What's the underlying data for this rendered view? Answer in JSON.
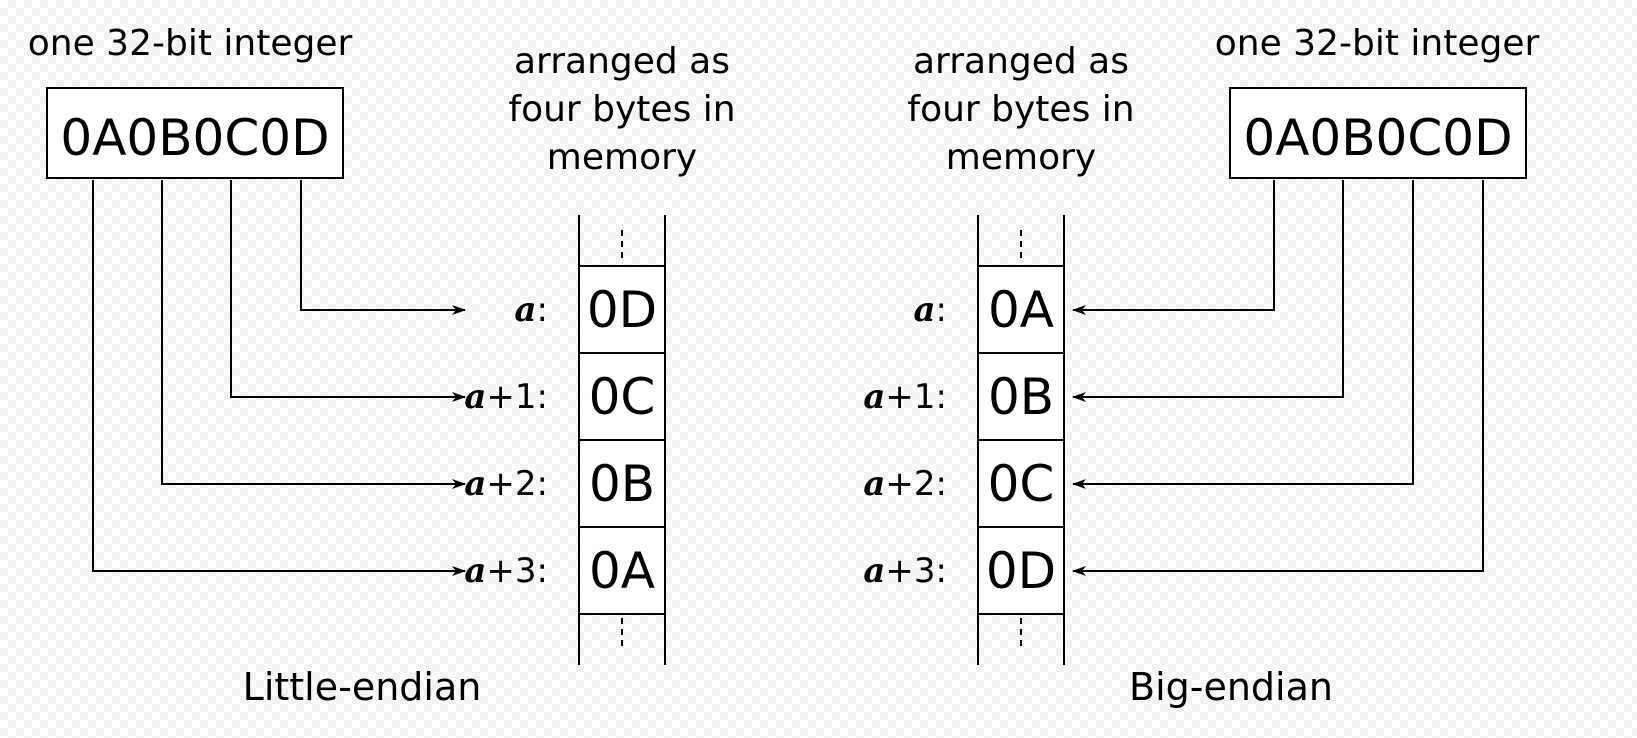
{
  "colors": {
    "ink": "#000000",
    "box_fill": "#ffffff",
    "background_checker": "#f2f2f2"
  },
  "left_panel": {
    "integer_heading": "one 32-bit integer",
    "integer_value": "0A0B0C0D",
    "memory_heading": [
      "arranged as",
      "four bytes in",
      "memory"
    ],
    "rows": [
      {
        "var": "a",
        "suffix": ":",
        "byte": "0D"
      },
      {
        "var": "a",
        "suffix": "+1:",
        "byte": "0C"
      },
      {
        "var": "a",
        "suffix": "+2:",
        "byte": "0B"
      },
      {
        "var": "a",
        "suffix": "+3:",
        "byte": "0A"
      }
    ],
    "caption": "Little-endian"
  },
  "right_panel": {
    "integer_heading": "one 32-bit integer",
    "integer_value": "0A0B0C0D",
    "memory_heading": [
      "arranged as",
      "four bytes in",
      "memory"
    ],
    "rows": [
      {
        "var": "a",
        "suffix": ":",
        "byte": "0A"
      },
      {
        "var": "a",
        "suffix": "+1:",
        "byte": "0B"
      },
      {
        "var": "a",
        "suffix": "+2:",
        "byte": "0C"
      },
      {
        "var": "a",
        "suffix": "+3:",
        "byte": "0D"
      }
    ],
    "caption": "Big-endian"
  }
}
